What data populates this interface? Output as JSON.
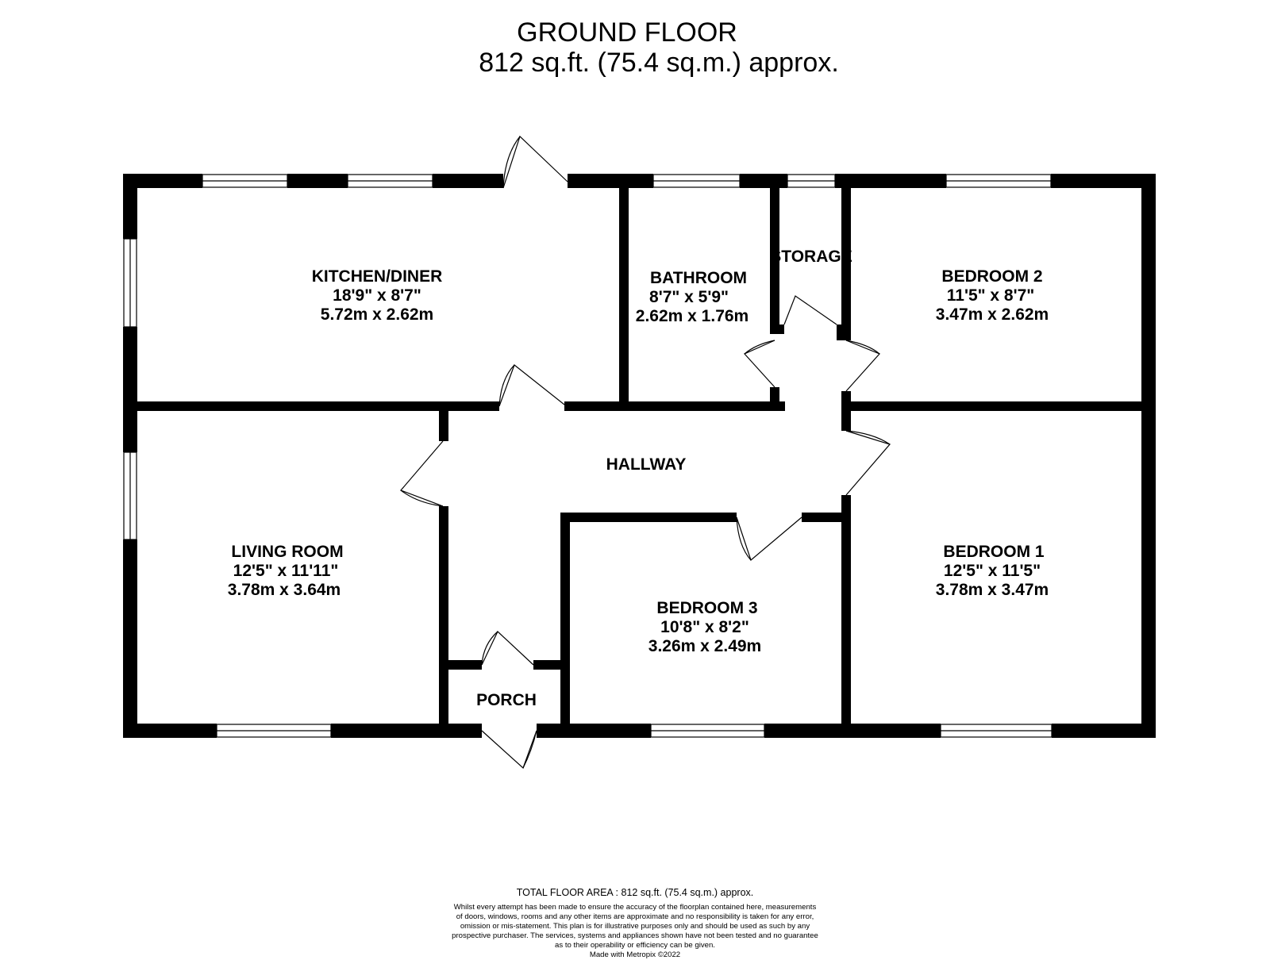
{
  "header": {
    "title": "GROUND FLOOR",
    "area": "812 sq.ft. (75.4 sq.m.) approx."
  },
  "rooms": {
    "kitchen": {
      "name": "KITCHEN/DINER",
      "imperial": "18'9\"  x 8'7\"",
      "metric": "5.72m  x 2.62m"
    },
    "bathroom": {
      "name": "BATHROOM",
      "imperial": "8'7\"  x 5'9\"",
      "metric": "2.62m  x 1.76m"
    },
    "storage": {
      "name": "STORAGE"
    },
    "bedroom2": {
      "name": "BEDROOM 2",
      "imperial": "11'5\"  x 8'7\"",
      "metric": "3.47m  x 2.62m"
    },
    "hallway": {
      "name": "HALLWAY"
    },
    "living": {
      "name": "LIVING ROOM",
      "imperial": "12'5\"  x 11'11\"",
      "metric": "3.78m  x 3.64m"
    },
    "bedroom1": {
      "name": "BEDROOM 1",
      "imperial": "12'5\"  x 11'5\"",
      "metric": "3.78m  x 3.47m"
    },
    "bedroom3": {
      "name": "BEDROOM 3",
      "imperial": "10'8\"  x 8'2\"",
      "metric": "3.26m  x 2.49m"
    },
    "porch": {
      "name": "PORCH"
    }
  },
  "footer": {
    "total": "TOTAL FLOOR AREA : 812 sq.ft. (75.4 sq.m.) approx.",
    "disclaimer": [
      "Whilst every attempt has been made to ensure the accuracy of the floorplan contained here, measurements",
      "of doors, windows, rooms and any other items are approximate and no responsibility is taken for any error,",
      "omission or mis-statement. This plan is for illustrative purposes only and should be used as such by any",
      "prospective purchaser. The services, systems and appliances shown have not been tested and no guarantee",
      "as to their operability or efficiency can be given."
    ],
    "made_with": "Made with Metropix ©2022"
  },
  "colors": {
    "wall": "#000000",
    "background": "#ffffff"
  }
}
